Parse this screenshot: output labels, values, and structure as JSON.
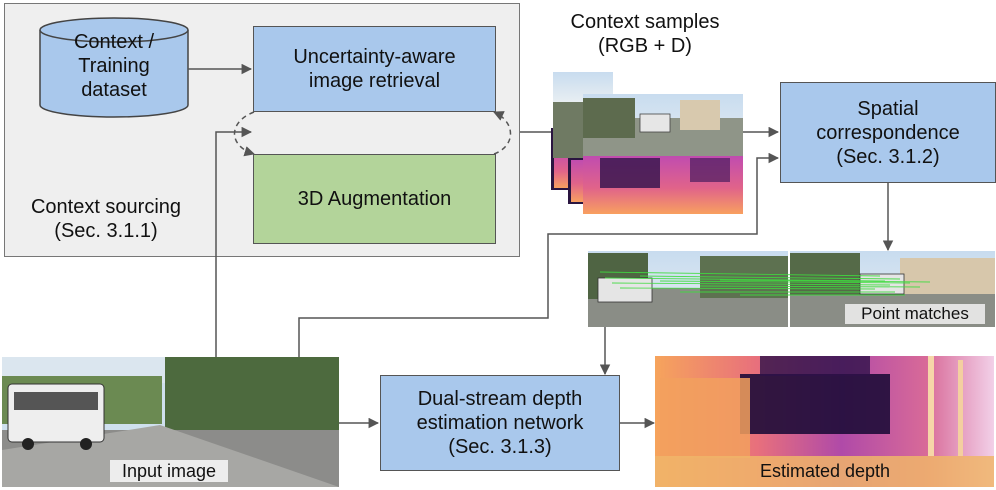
{
  "context_sourcing": {
    "dataset": "Context /\nTraining\ndataset",
    "retrieval": "Uncertainty-aware\nimage retrieval",
    "augmentation": "3D Augmentation",
    "panel_label": "Context sourcing\n(Sec. 3.1.1)"
  },
  "context_samples": {
    "label": "Context samples\n(RGB + D)"
  },
  "spatial_correspondence": {
    "label": "Spatial\ncorrespondence\n(Sec. 3.1.2)"
  },
  "point_matches": {
    "label": "Point matches"
  },
  "input_image": {
    "label": "Input image"
  },
  "depth_network": {
    "label": "Dual-stream depth\nestimation network\n(Sec. 3.1.3)"
  },
  "estimated_depth": {
    "label": "Estimated depth"
  },
  "colors": {
    "blue_box": "#a9c8ec",
    "green_box": "#b3d49a",
    "panel": "#efefef",
    "match_lines": "#3fdc3f"
  }
}
